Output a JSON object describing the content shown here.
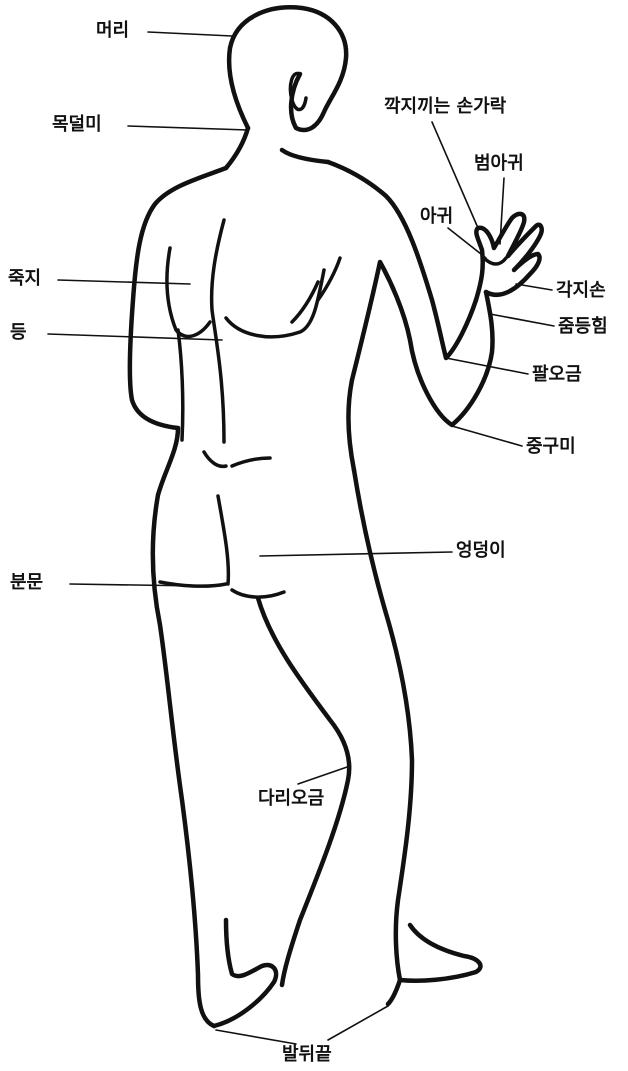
{
  "labels": {
    "meori": "머리",
    "mokdeolmi": "목덜미",
    "kkakjikkineun_songarak": "깍지끼는 손가락",
    "beomagwi": "범아귀",
    "agwi": "아귀",
    "jukji": "죽지",
    "gakjison": "각지손",
    "jumdeungheum": "줌등힘",
    "deung": "등",
    "palogeum": "팔오금",
    "jungumi": "중구미",
    "eongdeongi": "엉덩이",
    "bunmun": "분문",
    "darilogeum": "다리오금",
    "baldwikkeut": "발뒤끝"
  },
  "colors": {
    "ink": "#111111",
    "paper": "#ffffff"
  }
}
